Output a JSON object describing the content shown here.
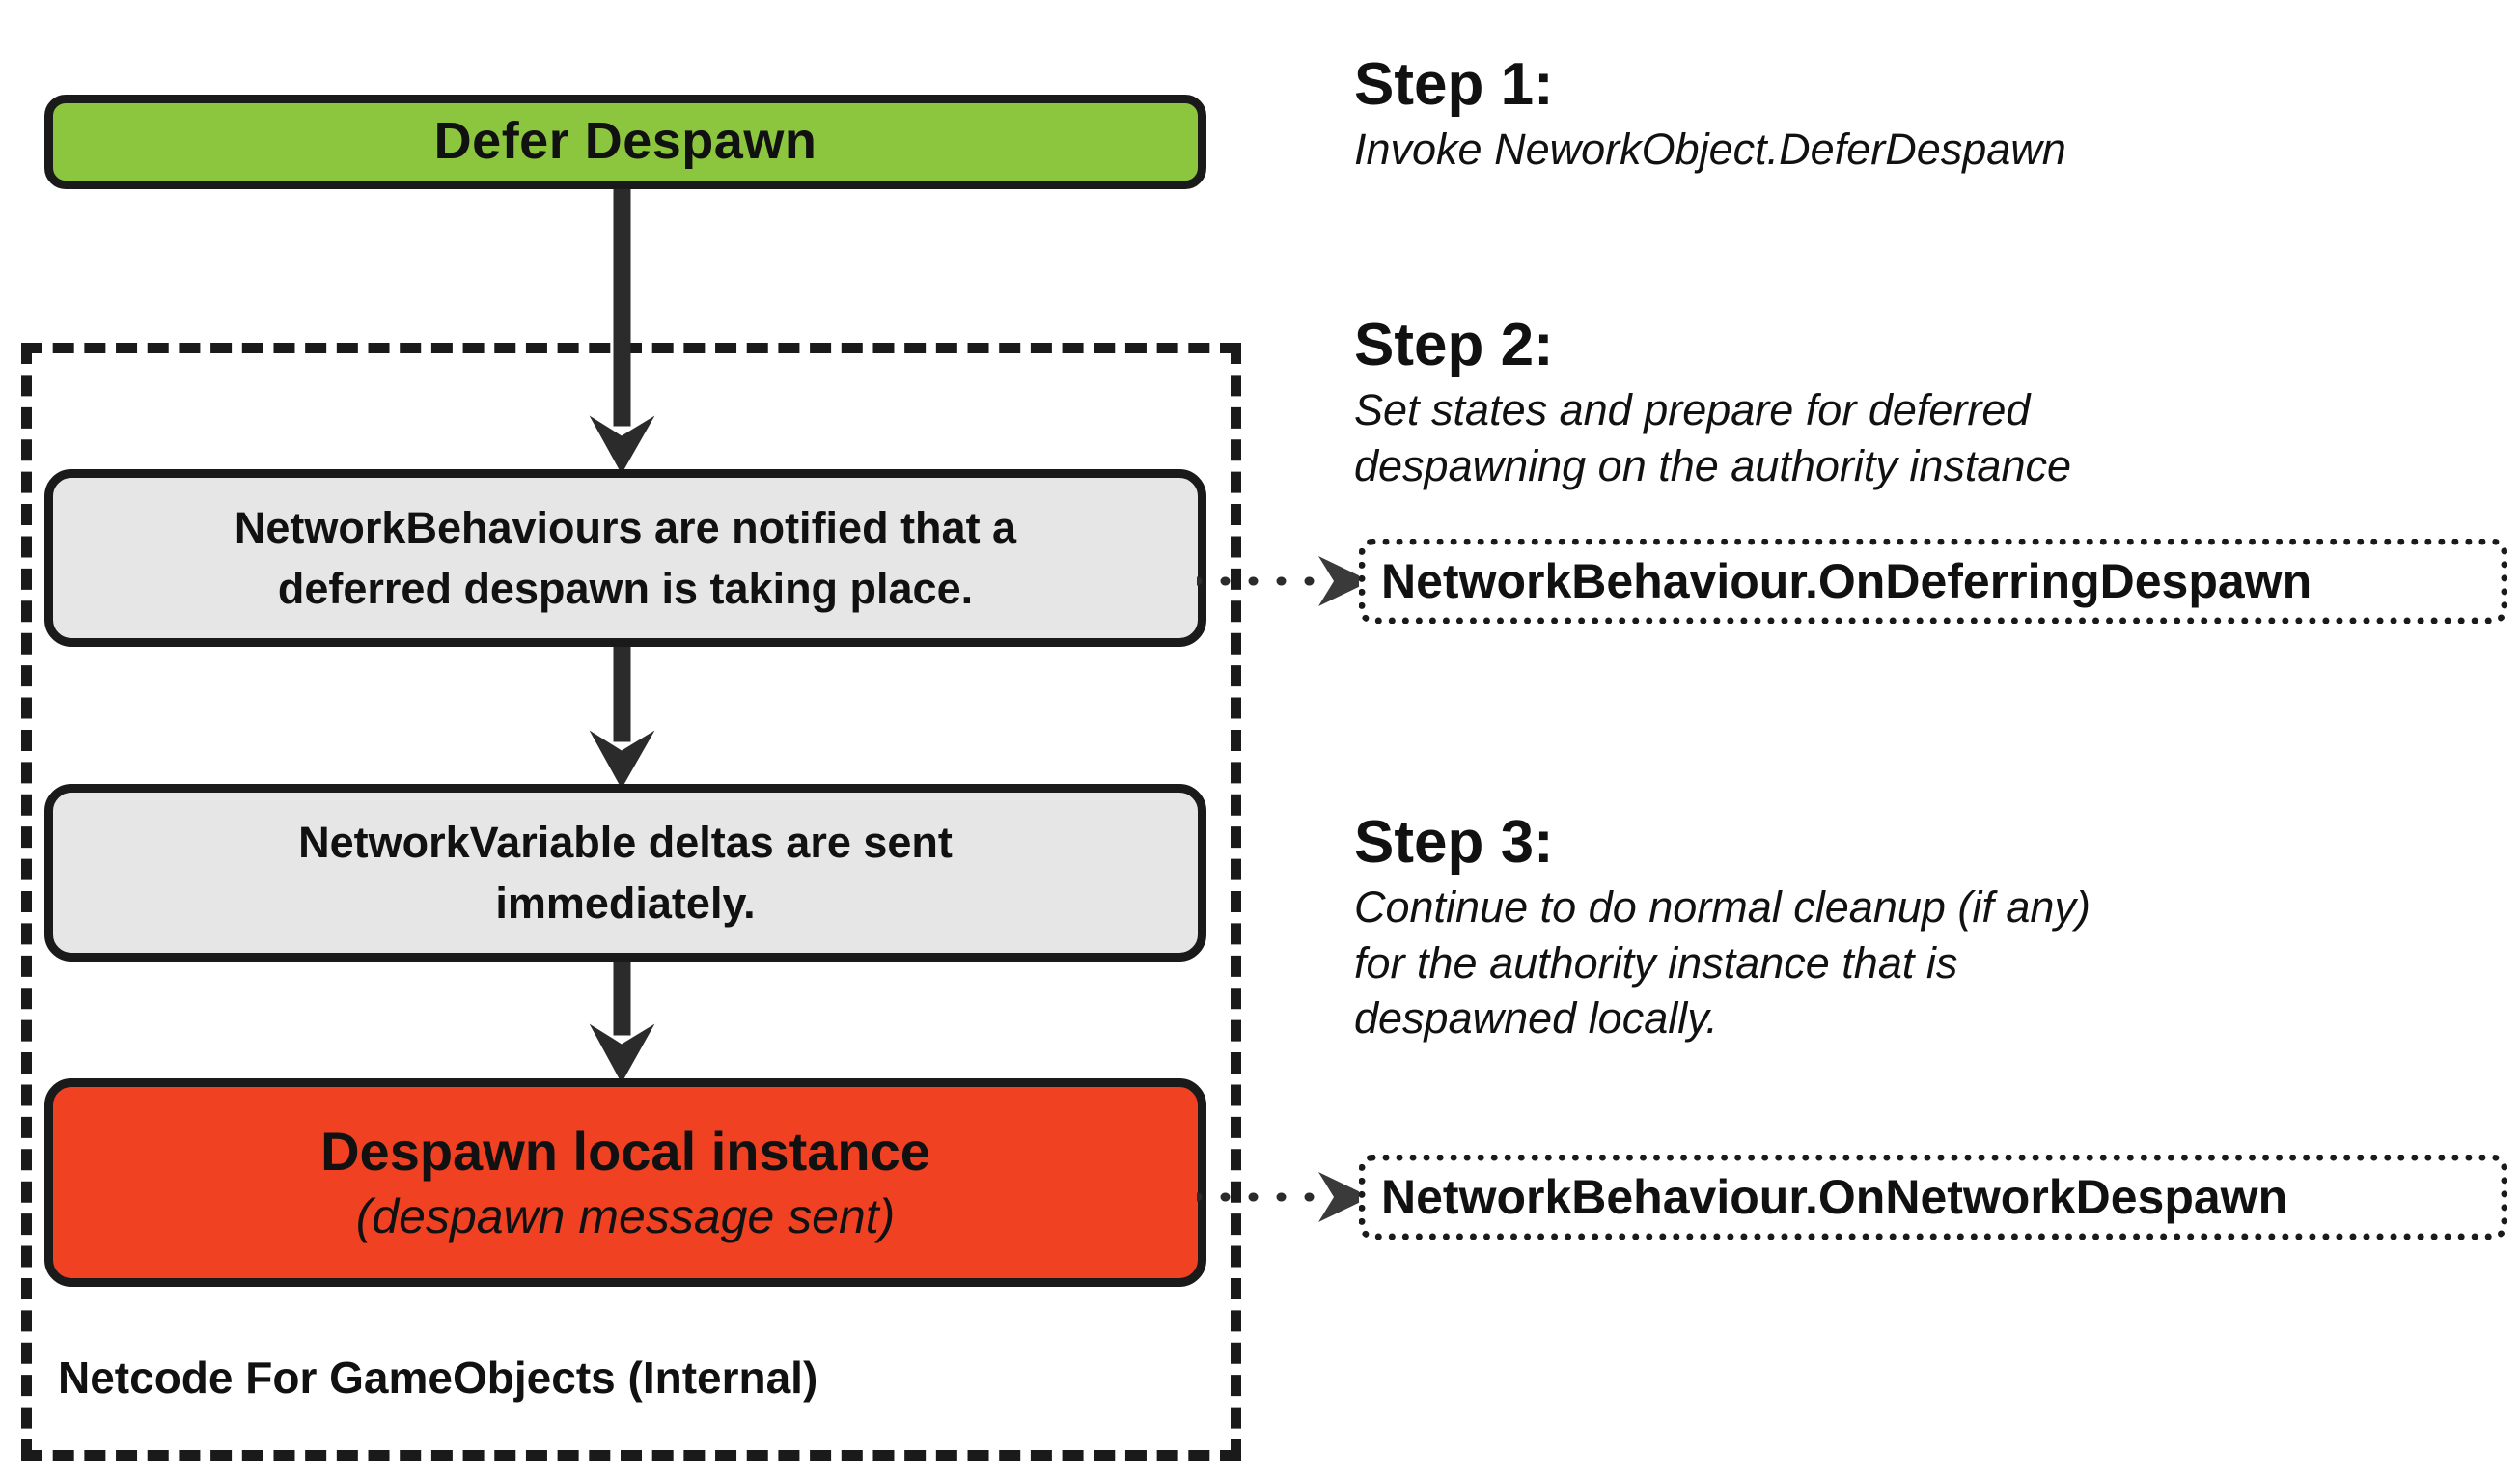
{
  "diagram": {
    "title": "Defer Despawn flow",
    "colors": {
      "green": "#8CC63F",
      "red": "#F04123",
      "gray": "#E6E6E6",
      "outline": "#1A1A1A",
      "background": "#FFFFFF"
    }
  },
  "flow": {
    "defer_despawn": {
      "label": "Defer Despawn"
    },
    "notify": {
      "line1": "NetworkBehaviours are notified that a",
      "line2": "deferred despawn is taking place."
    },
    "deltas": {
      "line1": "NetworkVariable deltas are sent",
      "line2": "immediately."
    },
    "despawn_local": {
      "title": "Despawn local instance",
      "subtitle": "(despawn message sent)"
    },
    "internal_label": "Netcode For GameObjects (Internal)"
  },
  "steps": [
    {
      "heading": "Step 1:",
      "body": [
        "Invoke NeworkObject.DeferDespawn"
      ]
    },
    {
      "heading": "Step 2:",
      "body": [
        "Set states and prepare for deferred",
        "despawning on the authority instance"
      ]
    },
    {
      "heading": "Step 3:",
      "body": [
        "Continue to do normal cleanup (if any)",
        "for the authority instance that is",
        "despawned locally."
      ]
    }
  ],
  "callouts": {
    "deferring_despawn": "NetworkBehaviour.OnDeferringDespawn",
    "network_despawn": "NetworkBehaviour.OnNetworkDespawn"
  }
}
